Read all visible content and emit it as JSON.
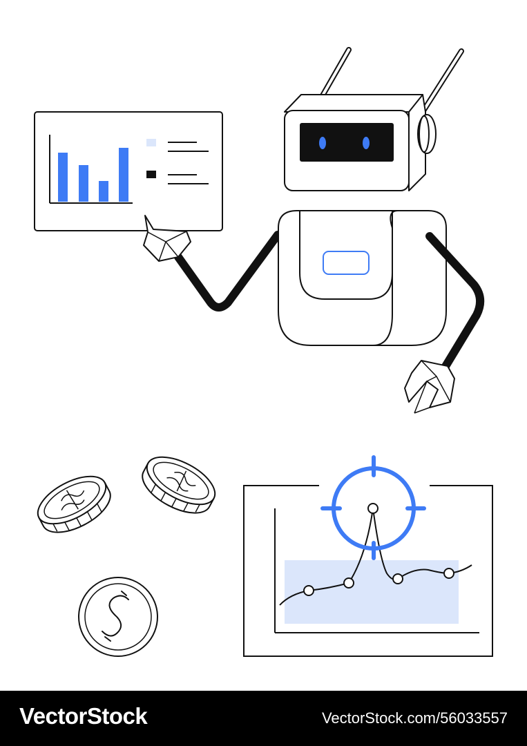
{
  "colors": {
    "accent_blue": "#3e7bf5",
    "light_blue_fill": "#dbe6fb",
    "outline": "#111111",
    "footer_bg": "#000000",
    "footer_text": "#ffffff"
  },
  "icons": [
    "robot",
    "chart-board",
    "coin",
    "dollar-coin",
    "target-crosshair",
    "line-chart"
  ],
  "footer": {
    "brand": "VectorStock",
    "reference": "VectorStock.com/56033557"
  }
}
